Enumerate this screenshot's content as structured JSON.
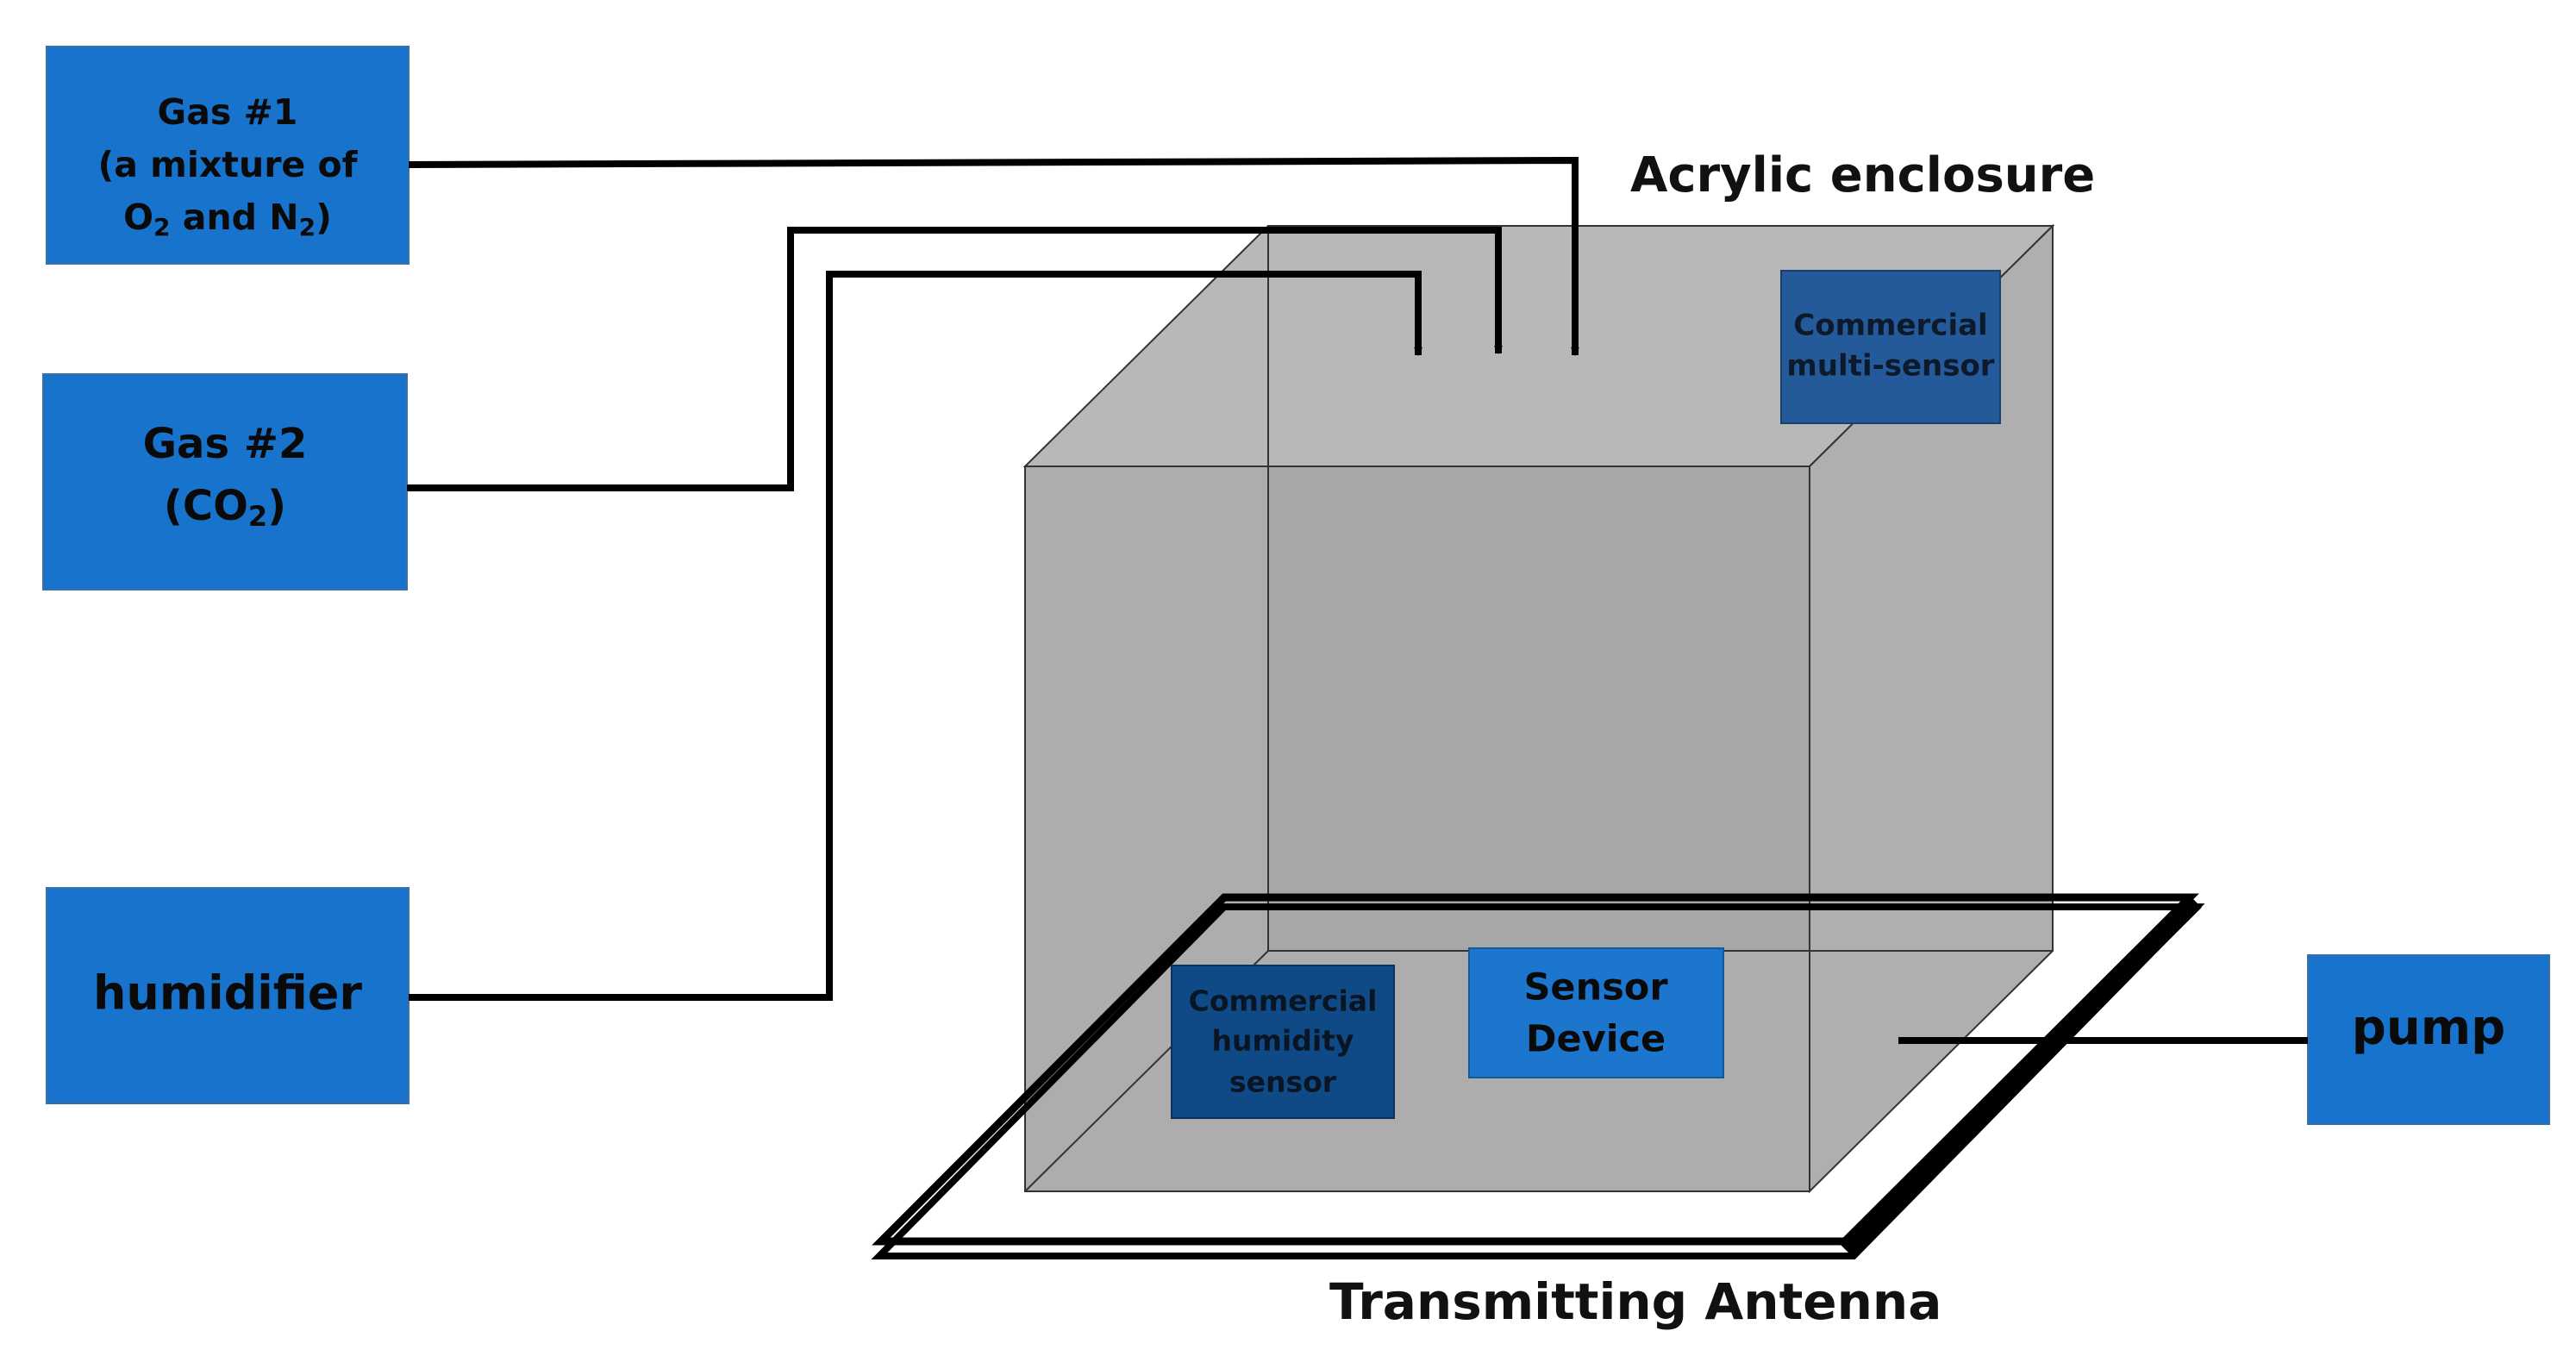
{
  "labels": {
    "gas1": {
      "line1": "Gas #1",
      "line2": "(a mixture of",
      "line3_a": "O",
      "line3_sub1": "2",
      "line3_b": " and N",
      "line3_sub2": "2",
      "line3_c": ")"
    },
    "gas2": {
      "line1": "Gas #2",
      "line2_a": "(CO",
      "line2_sub": "2",
      "line2_b": ")"
    },
    "humidifier": "humidifier",
    "pump": "pump",
    "enclosure": "Acrylic enclosure",
    "antenna": "Transmitting Antenna",
    "multi_sensor": {
      "line1": "Commercial",
      "line2": "multi-sensor"
    },
    "humidity_sensor": {
      "line1": "Commercial",
      "line2": "humidity",
      "line3": "sensor"
    },
    "sensor_device": {
      "line1": "Sensor",
      "line2": "Device"
    }
  },
  "colors": {
    "source_box": "#1873CC",
    "sensor_device": "#1C76CE",
    "multi_sensor": "#24599A",
    "humidity_sensor": "#0F4A86",
    "enclosure_front": "#A6A6A6",
    "enclosure_top": "#B8B8B8",
    "enclosure_side": "#AFAFAF",
    "line": "#000000"
  }
}
